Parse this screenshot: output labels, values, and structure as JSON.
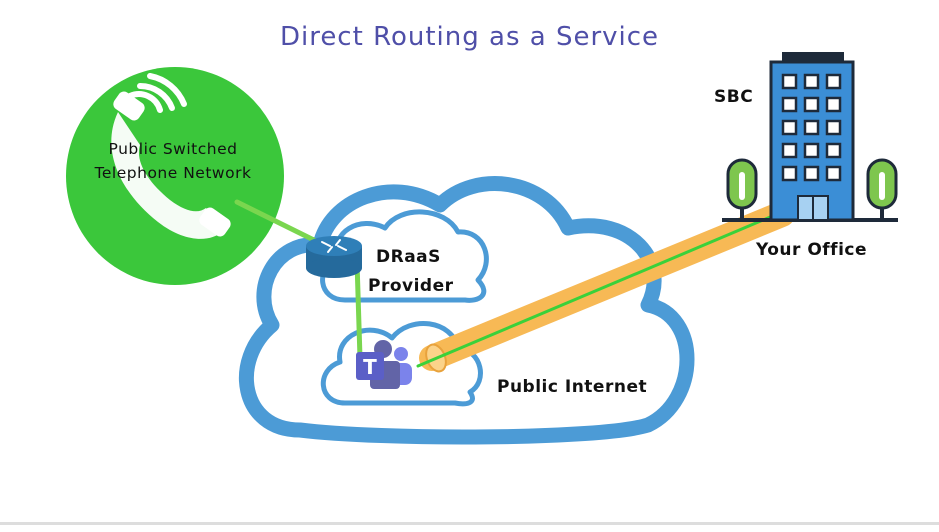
{
  "diagram": {
    "title": "Direct Routing as a Service",
    "nodes": {
      "pstn": "Public Switched Telephone Network",
      "sbc": "SBC",
      "office": "Your Office",
      "draas_line1": "DRaaS",
      "draas_line2": "Provider",
      "internet": "Public Internet"
    },
    "icons": {
      "phone": "phone-handset-icon",
      "router": "router-icon",
      "teams": "microsoft-teams-icon",
      "building": "office-building-icon",
      "tree": "tree-icon"
    }
  },
  "colors": {
    "title": "#4f4fa8",
    "text": "#111111",
    "pstn_green": "#3bc73b",
    "link_green": "#7ad64f",
    "cloud_blue": "#4c9bd6",
    "router_blue": "#2f7fb8",
    "teams_purple": "#5b5fc7",
    "building_blue": "#3b8ed6",
    "building_dark": "#1e2a3a",
    "tree_green": "#7ec64e",
    "tunnel_orange": "#f7b955",
    "tunnel_line": "#3ad13a",
    "rule_gray": "#dddddd"
  }
}
